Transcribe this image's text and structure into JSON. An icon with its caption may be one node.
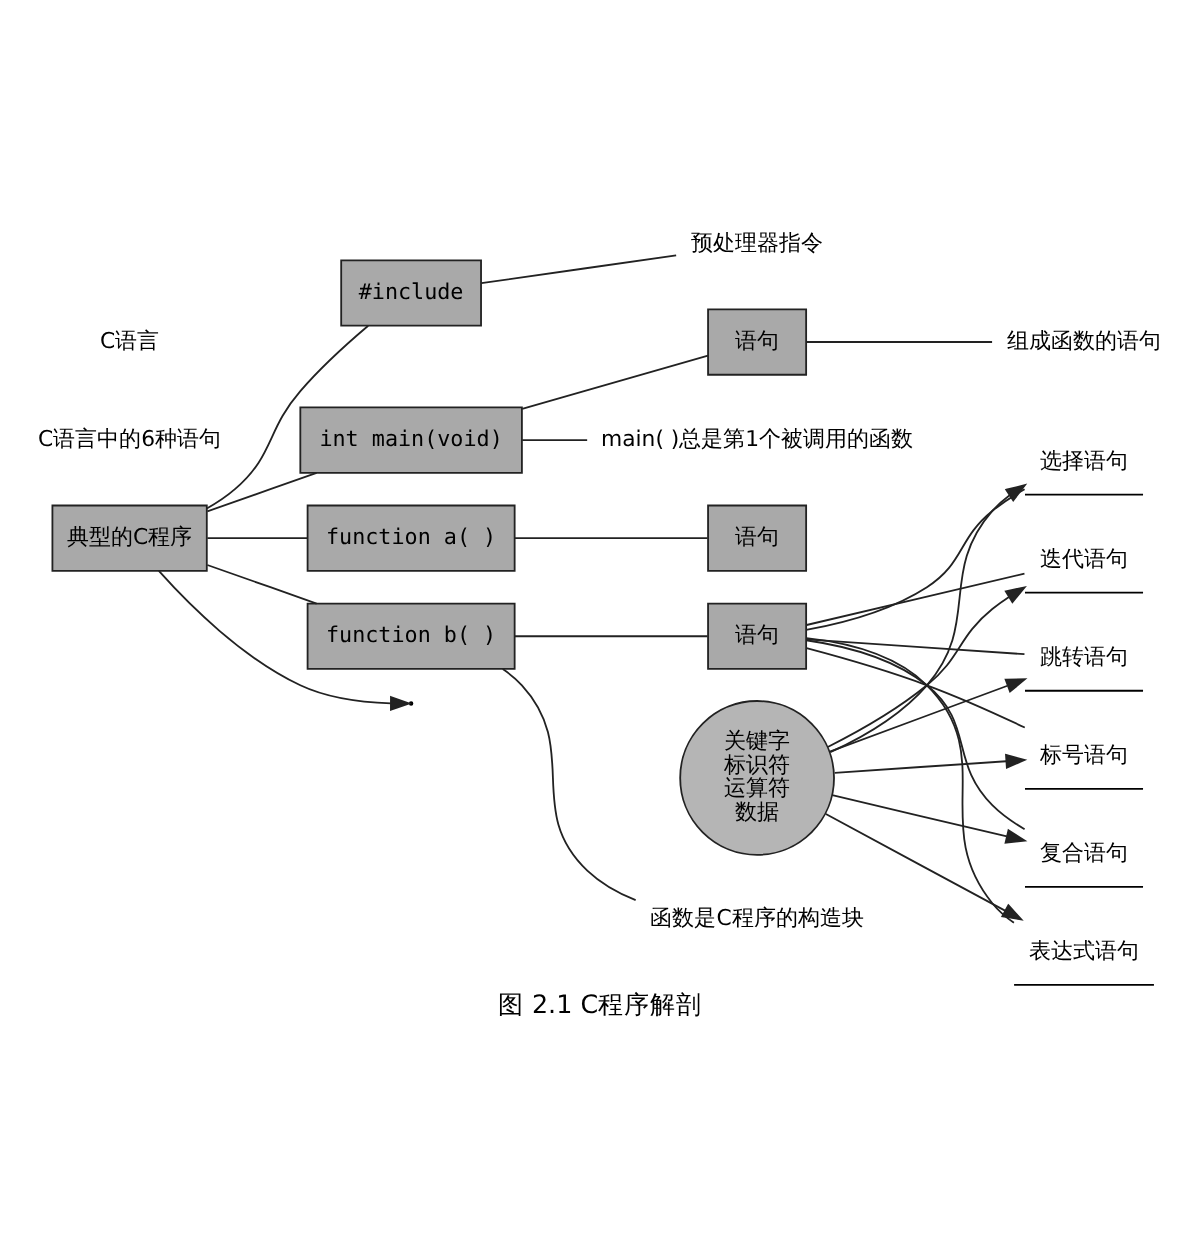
{
  "diagram": {
    "caption": "图 2.1 C程序解剖",
    "nodes": [
      {
        "text": [
          "典型的C程序"
        ]
      },
      {
        "text": [
          "#include"
        ]
      },
      {
        "text": [
          "预处理器指令"
        ]
      },
      {
        "text": [
          "int main(void)"
        ]
      },
      {
        "text": [
          "main( )总是第1个被调用的函数"
        ]
      },
      {
        "text": [
          "语句"
        ]
      },
      {
        "text": [
          "组成函数的语句"
        ]
      },
      {
        "text": [
          "function a( )"
        ]
      },
      {
        "text": [
          "语句"
        ]
      },
      {
        "text": [
          "function b( )"
        ]
      },
      {
        "text": [
          "语句"
        ]
      },
      {
        "text": [
          "函数是C程序的构造块"
        ]
      },
      {
        "text": [
          "标号语句"
        ]
      },
      {
        "text": [
          "复合语句"
        ]
      },
      {
        "text": [
          "表达式语句"
        ]
      },
      {
        "text": [
          "选择语句"
        ]
      },
      {
        "text": [
          "迭代语句"
        ]
      },
      {
        "text": [
          "跳转语句"
        ]
      },
      {
        "text": [
          "关键字",
          "标识符",
          "运算符",
          "数据"
        ]
      }
    ],
    "edges": [
      {
        "from": 0,
        "to": null,
        "arrow": "to"
      },
      {
        "from": 0,
        "to": 1,
        "arrow": "none"
      },
      {
        "from": 0,
        "to": 3,
        "arrow": "none"
      },
      {
        "from": 0,
        "to": 7,
        "arrow": "none"
      },
      {
        "from": 0,
        "to": 9,
        "arrow": "none"
      },
      {
        "from": 1,
        "to": 2,
        "arrow": "none"
      },
      {
        "from": 3,
        "to": 4,
        "arrow": "none"
      },
      {
        "from": 3,
        "to": 5,
        "arrow": "none"
      },
      {
        "from": 5,
        "to": 6,
        "arrow": "none"
      },
      {
        "from": 7,
        "to": 8,
        "arrow": "none"
      },
      {
        "from": 9,
        "to": 10,
        "arrow": "none"
      },
      {
        "from": 9,
        "to": 11,
        "arrow": "none"
      },
      {
        "from": 10,
        "to": 12,
        "arrow": "none"
      },
      {
        "from": 10,
        "to": 13,
        "arrow": "none"
      },
      {
        "from": 10,
        "to": 14,
        "arrow": "none"
      },
      {
        "from": 10,
        "to": 15,
        "arrow": "none"
      },
      {
        "from": 10,
        "to": 16,
        "arrow": "none"
      },
      {
        "from": 10,
        "to": 17,
        "arrow": "none"
      },
      {
        "from": 18,
        "to": 12,
        "arrow": "to"
      },
      {
        "from": 18,
        "to": 13,
        "arrow": "to"
      },
      {
        "from": 18,
        "to": 14,
        "arrow": "to"
      },
      {
        "from": 18,
        "to": 15,
        "arrow": "to"
      },
      {
        "from": 18,
        "to": 16,
        "arrow": "to"
      },
      {
        "from": 18,
        "to": 17,
        "arrow": "to"
      }
    ],
    "labels": [
      "C语言中的6种语句",
      "C语言"
    ]
  }
}
